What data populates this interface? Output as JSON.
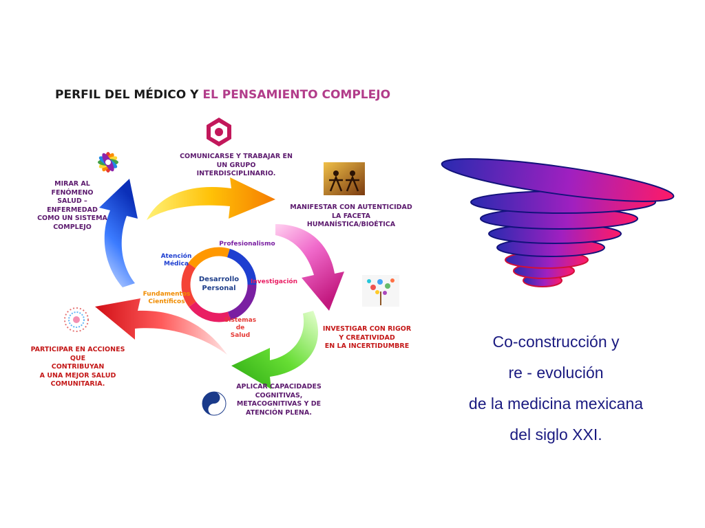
{
  "diagram": {
    "title_part1": "PERFIL DEL MÉDICO Y ",
    "title_part2": "EL PENSAMIENTO  COMPLEJO",
    "outer_labels": {
      "comunicarse": [
        "COMUNICARSE Y TRABAJAR EN",
        "UN GRUPO INTERDISCIPLINARIO."
      ],
      "manifestar": [
        "MANIFESTAR CON AUTENTICIDAD",
        "LA FACETA HUMANÍSTICA/BIOÉTICA"
      ],
      "investigar": [
        "INVESTIGAR CON RIGOR",
        "Y CREATIVIDAD",
        "EN LA INCERTIDUMBRE"
      ],
      "aplicar": [
        "APLICAR CAPACIDADES",
        "COGNITIVAS,",
        "METACOGNITIVAS Y DE",
        "ATENCIÓN PLENA."
      ],
      "participar": [
        "PARTICIPAR EN ACCIONES QUE",
        "CONTRIBUYAN",
        "A UNA MEJOR SALUD",
        "COMUNITARIA."
      ],
      "mirar": [
        "MIRAR AL FENÓMENO",
        "SALUD – ENFERMEDAD",
        "COMO UN SISTEMA",
        "COMPLEJO"
      ]
    },
    "inner_labels": {
      "profesionalismo": "Profesionalismo",
      "atencion": [
        "Atención",
        "Médica"
      ],
      "investigacion": "Investigación",
      "fundamentos": [
        "Fundamentos",
        "Científicos"
      ],
      "sistemas": [
        "Sistemas",
        "de",
        "Salud"
      ],
      "centro": [
        "Desarrollo",
        "Personal"
      ]
    },
    "arrow_colors": {
      "orange": "#f5a21a",
      "magenta": "#e23aa8",
      "green": "#3cc11e",
      "red": "#e8252b",
      "blue": "#1f4fd6"
    }
  },
  "caption": {
    "line1": "Co-construcción y",
    "line2": "re - evolución",
    "line3": "de la medicina mexicana",
    "line4": "del siglo XXI."
  }
}
